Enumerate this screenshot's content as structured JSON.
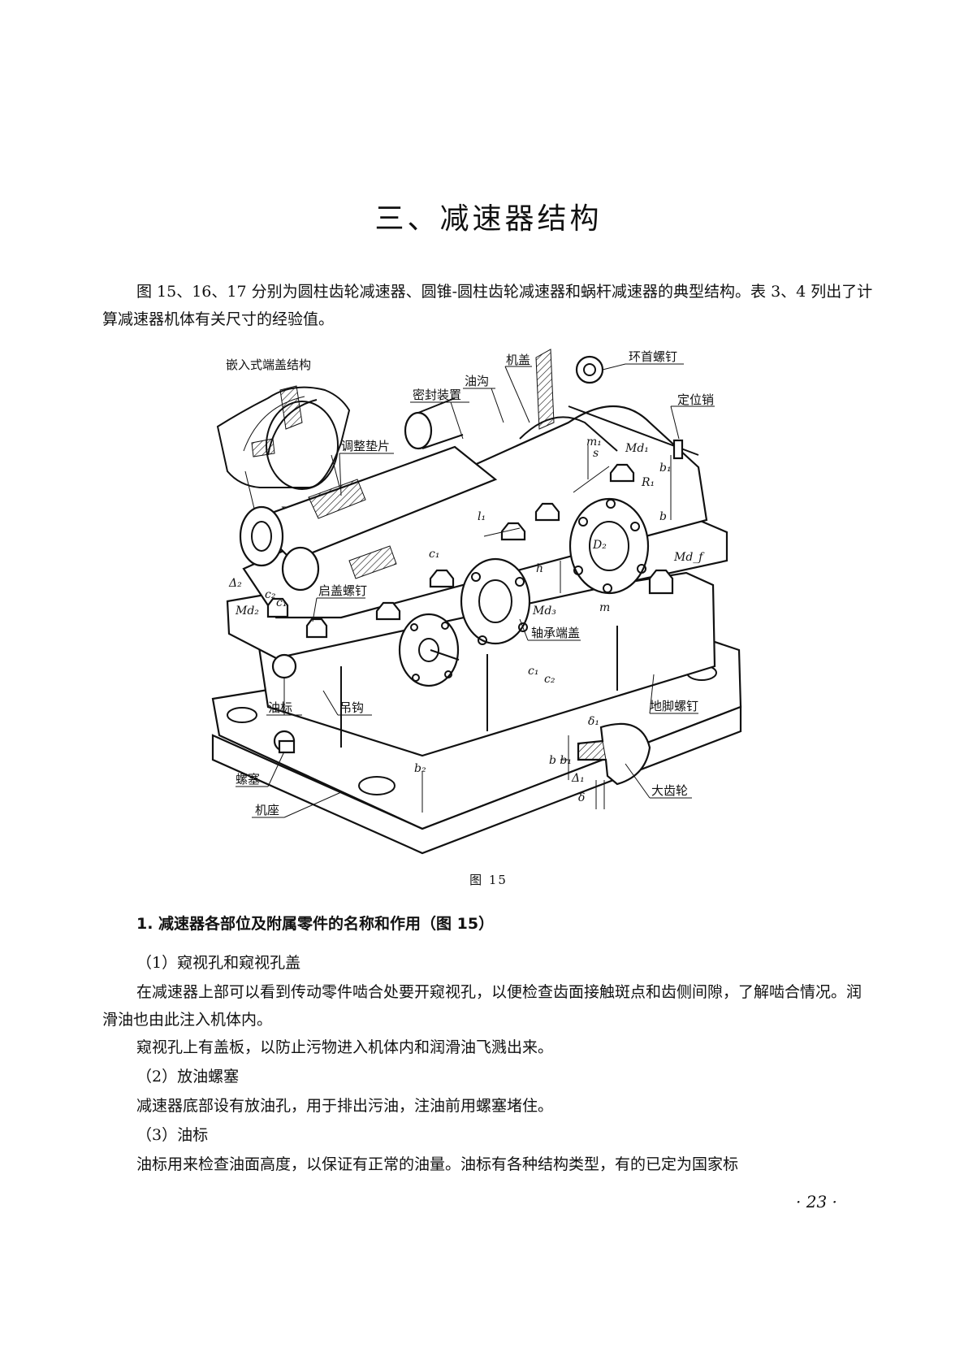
{
  "title": "三、减速器结构",
  "intro": "图 15、16、17 分别为圆柱齿轮减速器、圆锥-圆柱齿轮减速器和蜗杆减速器的典型结构。表 3、4 列出了计算减速器机体有关尺寸的经验值。",
  "figure": {
    "caption": "图 15",
    "inset_title": "嵌入式端盖结构",
    "labels": {
      "jigai": "机盖",
      "youguo": "油沟",
      "mifeng": "密封装置",
      "huanshou": "环首螺钉",
      "dingweixiao": "定位销",
      "tiaozheng": "调整垫片",
      "qigai": "启盖螺钉",
      "zhouchengduangai": "轴承端盖",
      "youbiao": "油标",
      "diaogou": "吊钩",
      "dijiao": "地脚螺钉",
      "luosai": "螺塞",
      "jizuo": "机座",
      "dachilun": "大齿轮"
    },
    "symbols": {
      "D2_inset": "D₂",
      "D2_main": "D₂",
      "m1": "m₁",
      "s": "s",
      "Md1": "Md₁",
      "R1": "R₁",
      "b1": "b₁",
      "b": "b",
      "l1": "l₁",
      "c1": "c₁",
      "h": "h",
      "Mdf": "Md_f",
      "Delta2": "Δ₂",
      "c2": "c₂",
      "c1b": "c₁",
      "Md2": "Md₂",
      "Md3": "Md₃",
      "m": "m",
      "c1c": "c₁",
      "c2c": "c₂",
      "delta1": "δ₁",
      "bb1": "b b₁",
      "Delta1": "Δ₁",
      "delta": "δ",
      "b2": "b₂"
    }
  },
  "section1": {
    "heading": "1. 减速器各部位及附属零件的名称和作用（图 15）",
    "item1_title": "（1）窥视孔和窥视孔盖",
    "item1_p1": "在减速器上部可以看到传动零件啮合处要开窥视孔，以便检查齿面接触斑点和齿侧间隙，了解啮合情况。润滑油也由此注入机体内。",
    "item1_p2": "窥视孔上有盖板，以防止污物进入机体内和润滑油飞溅出来。",
    "item2_title": "（2）放油螺塞",
    "item2_p1": "减速器底部设有放油孔，用于排出污油，注油前用螺塞堵住。",
    "item3_title": "（3）油标",
    "item3_p1": "油标用来检查油面高度，以保证有正常的油量。油标有各种结构类型，有的已定为国家标"
  },
  "page_number": "· 23 ·"
}
